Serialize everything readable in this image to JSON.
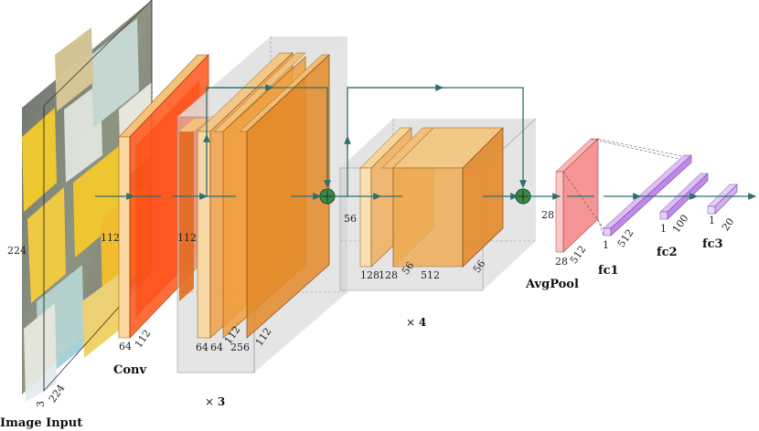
{
  "labels": {
    "image_input": "Image Input",
    "conv": "Conv",
    "repeat3": "× 3",
    "repeat3_sym": "×",
    "repeat3_num": "3",
    "repeat4_sym": "×",
    "repeat4_num": "4",
    "avgpool": "AvgPool",
    "fc1": "fc1",
    "fc2": "fc2",
    "fc3": "fc3"
  },
  "dims": {
    "input_h": "224",
    "input_c": "3",
    "input_w": "224",
    "conv_h": "112",
    "conv_c": "64",
    "conv_w": "112",
    "block1_h": "112",
    "block1_c1": "64",
    "block1_c2": "64",
    "block1_c3": "112",
    "block1_c4": "256",
    "block1_w": "112",
    "block2_h": "56",
    "block2_c1": "128",
    "block2_c2": "128",
    "block2_c3": "56",
    "block2_c4": "512",
    "block2_w": "56",
    "pool_h": "28",
    "pool_w": "28",
    "pool_c": "512",
    "fc1_a": "1",
    "fc1_b": "512",
    "fc2_a": "1",
    "fc2_b": "100",
    "fc3_a": "1",
    "fc3_b": "20"
  },
  "colors": {
    "conv": "#ff5a1f",
    "block": "#f0a040",
    "block_dark": "#e48a2a",
    "pool": "#f48a8a",
    "fc": "#c08ae8",
    "box": "#d4d4d4",
    "arrow": "#2f6f6f",
    "add": "#3a8a4a"
  }
}
